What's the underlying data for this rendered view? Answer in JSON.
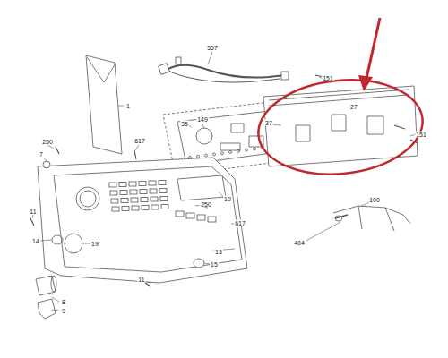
{
  "diagram": {
    "labels": [
      "1",
      "557",
      "151",
      "151",
      "27",
      "35",
      "149",
      "37",
      "250",
      "7",
      "617",
      "250",
      "10",
      "617",
      "11",
      "14",
      "19",
      "13",
      "11",
      "15",
      "8",
      "9",
      "404",
      "100"
    ]
  }
}
